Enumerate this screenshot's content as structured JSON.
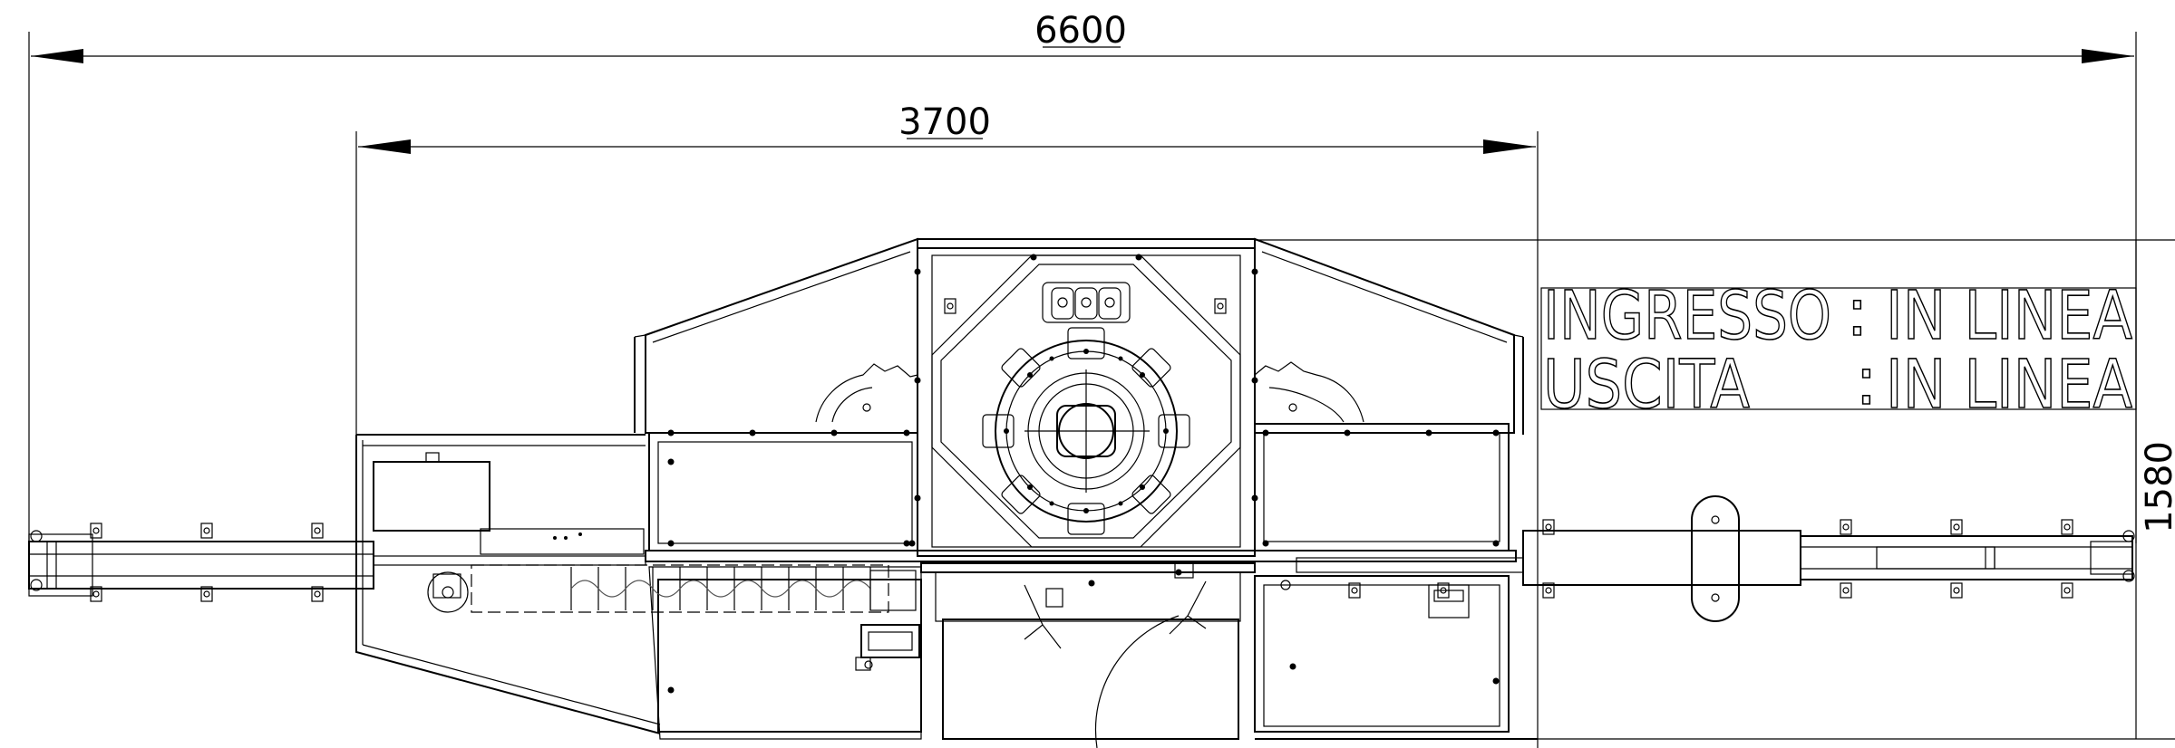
{
  "dimensions": {
    "overall_length": "6600",
    "machine_length": "3700",
    "height": "1580"
  },
  "legend": {
    "row1_key": "INGRESSO",
    "row1_sep": ":",
    "row1_value": "IN LINEA",
    "row2_key": "USCITA",
    "row2_sep": ":",
    "row2_value": "IN LINEA"
  },
  "colors": {
    "line": "#000000",
    "background": "#ffffff"
  }
}
